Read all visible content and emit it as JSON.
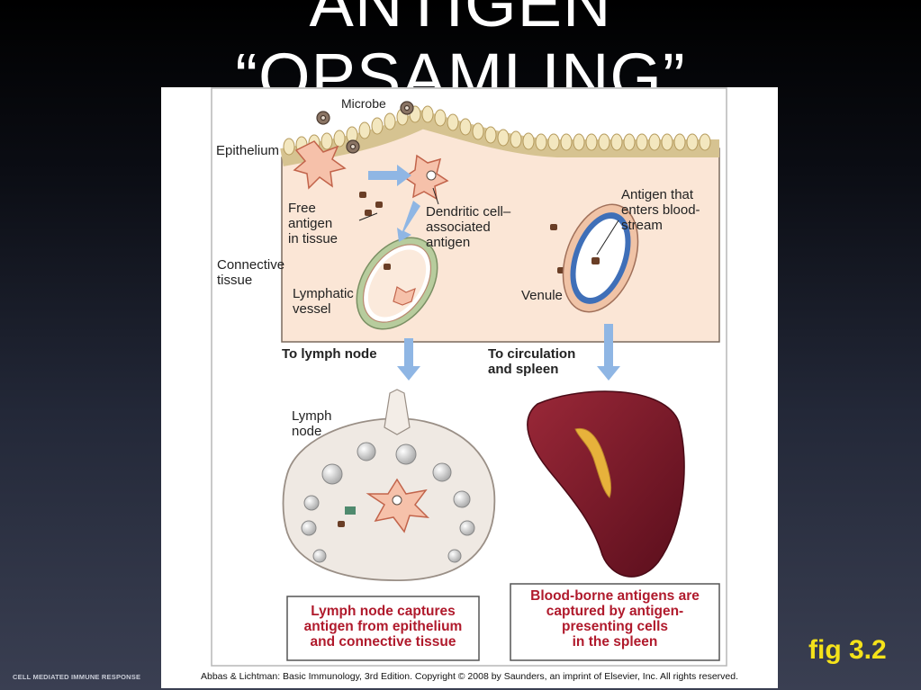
{
  "slide": {
    "title_line1": "ANTIGEN",
    "title_line2": "“OPSAMLING”",
    "fig_ref": "fig 3.2",
    "footer": "CELL MEDIATED IMMUNE RESPONSE"
  },
  "figure": {
    "labels": {
      "microbe": "Microbe",
      "epithelium": "Epithelium",
      "free_antigen": "Free\nantigen\nin tissue",
      "dendritic": "Dendritic cell–\nassociated\nantigen",
      "antigen_blood": "Antigen that\nenters blood-\nstream",
      "connective": "Connective\ntissue",
      "lymphatic": "Lymphatic\nvessel",
      "venule": "Venule",
      "to_lymph": "To lymph node",
      "to_circulation": "To circulation\nand spleen",
      "lymph_node": "Lymph\nnode"
    },
    "captions": {
      "left": "Lymph node captures\nantigen from epithelium\nand connective tissue",
      "right": "Blood-borne antigens are\ncaptured by antigen-\npresenting cells\nin the spleen"
    },
    "copyright": "Abbas & Lichtman: Basic Immunology, 3rd Edition. Copyright © 2008 by Saunders, an imprint of Elsevier, Inc. All rights reserved.",
    "colors": {
      "tissue": "#fbe6d6",
      "caption_text": "#b01a2c",
      "arrow": "#8fb6e4",
      "spleen": "#7a1a2c"
    }
  }
}
